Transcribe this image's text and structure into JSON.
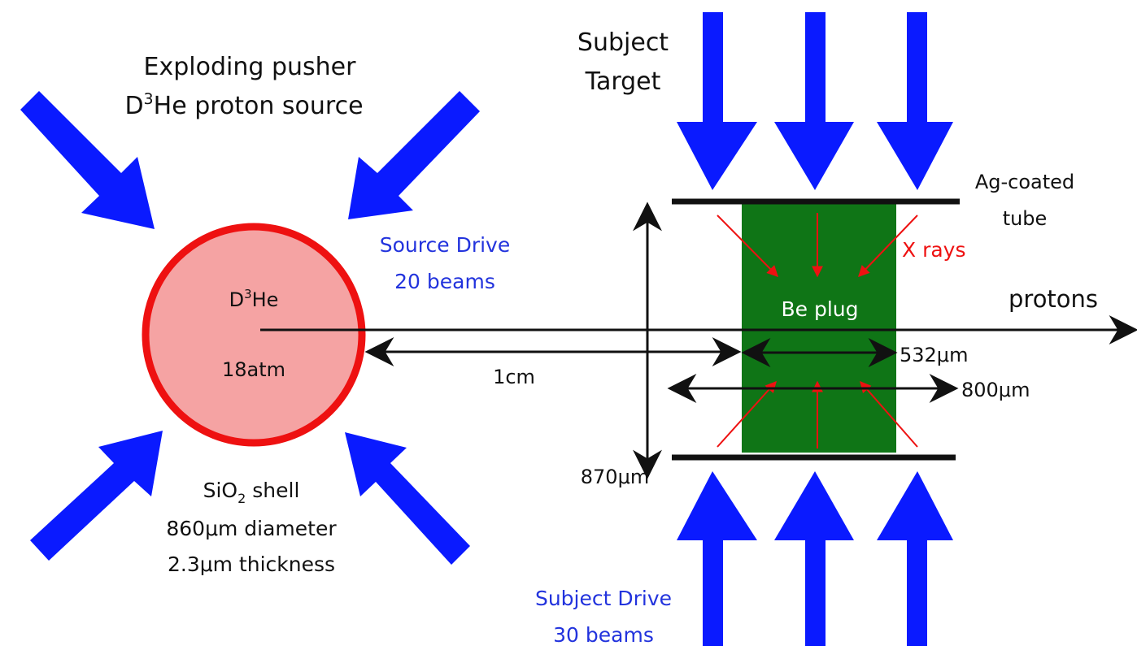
{
  "source": {
    "title_line1": "Exploding pusher",
    "title_line2_pre": "D",
    "title_line2_sup": "3",
    "title_line2_post": "He proton source",
    "fill_pre": "D",
    "fill_sup": "3",
    "fill_post": "He",
    "pressure": "18atm",
    "shell_pre": "SiO",
    "shell_sub": "2",
    "shell_post": " shell",
    "diameter": "860μm diameter",
    "thickness": "2.3μm thickness",
    "drive_line1": "Source Drive",
    "drive_line2": "20 beams"
  },
  "target": {
    "title_line1": "Subject",
    "title_line2": "Target",
    "tube_line1": "Ag-coated",
    "tube_line2": "tube",
    "xrays": "X rays",
    "plug": "Be plug",
    "drive_line1": "Subject Drive",
    "drive_line2": "30 beams"
  },
  "beam": {
    "label": "protons"
  },
  "dimensions": {
    "distance": "1cm",
    "plug_length": "532μm",
    "tube_length": "800μm",
    "tube_diameter": "870μm"
  },
  "colors": {
    "beam_arrow": "#0a1aff",
    "shell_stroke": "#ee1111",
    "shell_fill": "#f5a3a3",
    "plug_fill": "#0f7516",
    "xray": "#ee1111",
    "drive_text": "#2233dd",
    "ink": "#111111"
  }
}
